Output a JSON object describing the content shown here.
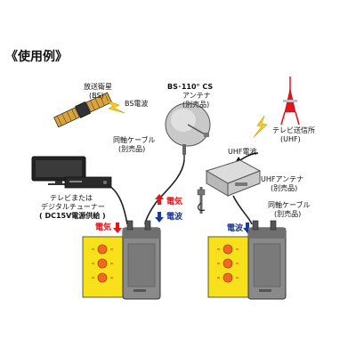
{
  "heading": "《使用例》",
  "labels": {
    "satellite_line1": "放送衛星",
    "satellite_line2": "(BS)",
    "bs_wave": "BS電波",
    "bs_antenna_line1": "BS･110° CS",
    "bs_antenna_line2": "アンテナ",
    "bs_antenna_line3": "(別売品)",
    "coax_left_line1": "同軸ケーブル",
    "coax_left_line2": "(別売品)",
    "tv_line1": "テレビまたは",
    "tv_line2": "デジタルチューナー",
    "tv_line3": "( DC15V電源供給 )",
    "electricity_left": "電気",
    "electricity_right": "電気",
    "wave_center": "電波",
    "tower_line1": "テレビ送信所",
    "tower_line2": "(UHF)",
    "uhf_wave": "UHF電波",
    "uhf_antenna_line1": "UHFアンテナ",
    "uhf_antenna_line2": "(別売品)",
    "coax_right_line1": "同軸ケーブル",
    "coax_right_line2": "(別売品)",
    "wave_right": "電波"
  },
  "colors": {
    "red": "#e8141c",
    "blue": "#1a3a9a",
    "yellow_panel": "#f7e11a",
    "device_gray": "#8a8a8a",
    "led_orange": "#f26a1b"
  },
  "icons": [
    "satellite-icon",
    "dish-antenna-icon",
    "tv-icon",
    "tuner-icon",
    "tower-icon",
    "uhf-antenna-icon",
    "checker-device-icon",
    "lightning-icon"
  ]
}
